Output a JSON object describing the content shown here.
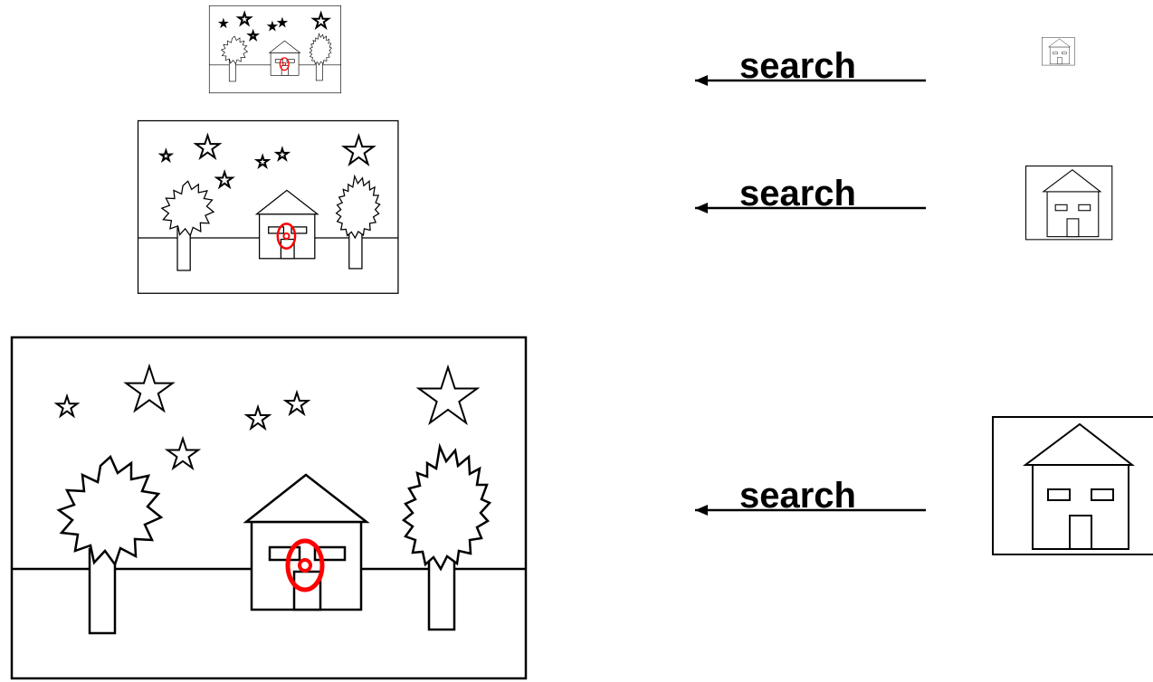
{
  "rows": [
    {
      "search_label": "search"
    },
    {
      "search_label": "search"
    },
    {
      "search_label": "search"
    }
  ],
  "colors": {
    "stroke": "#000000",
    "target": "#ff0000",
    "background": "#ffffff"
  },
  "icons": [
    "star-icon",
    "tree-icon",
    "house-icon",
    "target-icon",
    "arrow-left-icon"
  ]
}
